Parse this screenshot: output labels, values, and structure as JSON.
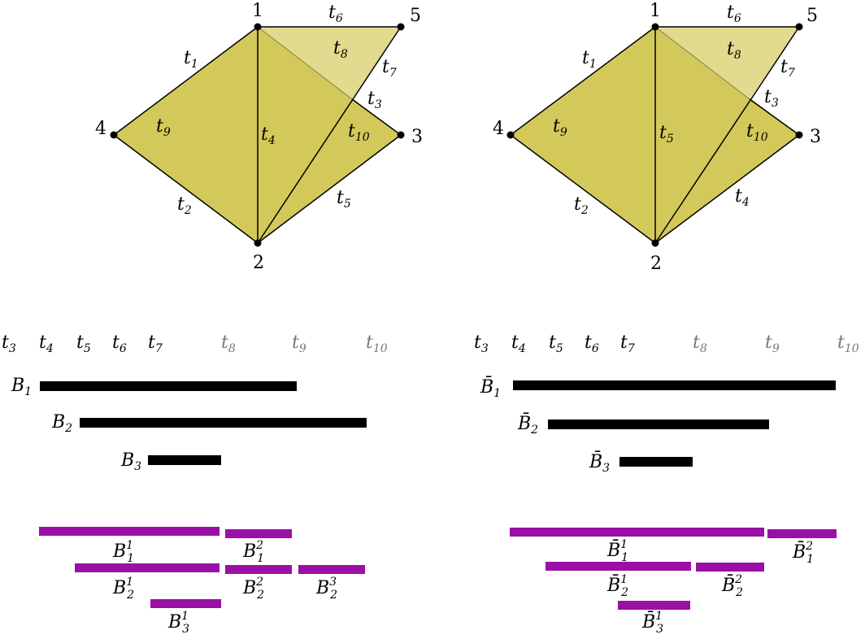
{
  "colors": {
    "fill_dark": "#d2c95a",
    "fill_light": "#e1da8f",
    "edge": "#000000",
    "barcode_black": "#000000",
    "barcode_purple": "#9a0fa6",
    "faded_label": "#777777"
  },
  "left": {
    "vertices": {
      "v1": "1",
      "v2": "2",
      "v3": "3",
      "v4": "4",
      "v5": "5"
    },
    "edge_labels": {
      "e14": {
        "base": "t",
        "sub": "1"
      },
      "e24": {
        "base": "t",
        "sub": "2"
      },
      "e3": {
        "base": "t",
        "sub": "3"
      },
      "e12": {
        "base": "t",
        "sub": "4"
      },
      "e23": {
        "base": "t",
        "sub": "5"
      },
      "e15": {
        "base": "t",
        "sub": "6"
      },
      "e35": {
        "base": "t",
        "sub": "7"
      }
    },
    "face_labels": {
      "f135": {
        "base": "t",
        "sub": "8"
      },
      "f124": {
        "base": "t",
        "sub": "9"
      },
      "f123": {
        "base": "t",
        "sub": "10"
      }
    },
    "axis": [
      {
        "base": "t",
        "sub": "3"
      },
      {
        "base": "t",
        "sub": "4"
      },
      {
        "base": "t",
        "sub": "5"
      },
      {
        "base": "t",
        "sub": "6"
      },
      {
        "base": "t",
        "sub": "7"
      },
      {
        "base": "t",
        "sub": "8"
      },
      {
        "base": "t",
        "sub": "9"
      },
      {
        "base": "t",
        "sub": "10"
      }
    ],
    "bars": [
      {
        "base": "B",
        "sub": "1"
      },
      {
        "base": "B",
        "sub": "2"
      },
      {
        "base": "B",
        "sub": "3"
      }
    ],
    "sub_bars": [
      {
        "base": "B",
        "sup": "1",
        "sub": "1"
      },
      {
        "base": "B",
        "sup": "2",
        "sub": "1"
      },
      {
        "base": "B",
        "sup": "1",
        "sub": "2"
      },
      {
        "base": "B",
        "sup": "2",
        "sub": "2"
      },
      {
        "base": "B",
        "sup": "3",
        "sub": "2"
      },
      {
        "base": "B",
        "sup": "1",
        "sub": "3"
      }
    ]
  },
  "right": {
    "vertices": {
      "v1": "1",
      "v2": "2",
      "v3": "3",
      "v4": "4",
      "v5": "5"
    },
    "edge_labels": {
      "e14": {
        "base": "t",
        "sub": "1"
      },
      "e24": {
        "base": "t",
        "sub": "2"
      },
      "e3": {
        "base": "t",
        "sub": "3"
      },
      "e23": {
        "base": "t",
        "sub": "4"
      },
      "e12": {
        "base": "t",
        "sub": "5"
      },
      "e15": {
        "base": "t",
        "sub": "6"
      },
      "e35": {
        "base": "t",
        "sub": "7"
      }
    },
    "face_labels": {
      "f135": {
        "base": "t",
        "sub": "8"
      },
      "f124": {
        "base": "t",
        "sub": "9"
      },
      "f123": {
        "base": "t",
        "sub": "10"
      }
    },
    "axis": [
      {
        "base": "t",
        "sub": "3"
      },
      {
        "base": "t",
        "sub": "4"
      },
      {
        "base": "t",
        "sub": "5"
      },
      {
        "base": "t",
        "sub": "6"
      },
      {
        "base": "t",
        "sub": "7"
      },
      {
        "base": "t",
        "sub": "8"
      },
      {
        "base": "t",
        "sub": "9"
      },
      {
        "base": "t",
        "sub": "10"
      }
    ],
    "bars": [
      {
        "base": "B̄",
        "sub": "1"
      },
      {
        "base": "B̄",
        "sub": "2"
      },
      {
        "base": "B̄",
        "sub": "3"
      }
    ],
    "sub_bars": [
      {
        "base": "B̄",
        "sup": "1",
        "sub": "1"
      },
      {
        "base": "B̄",
        "sup": "2",
        "sub": "1"
      },
      {
        "base": "B̄",
        "sup": "1",
        "sub": "2"
      },
      {
        "base": "B̄",
        "sup": "2",
        "sub": "2"
      },
      {
        "base": "B̄",
        "sup": "1",
        "sub": "3"
      }
    ]
  }
}
